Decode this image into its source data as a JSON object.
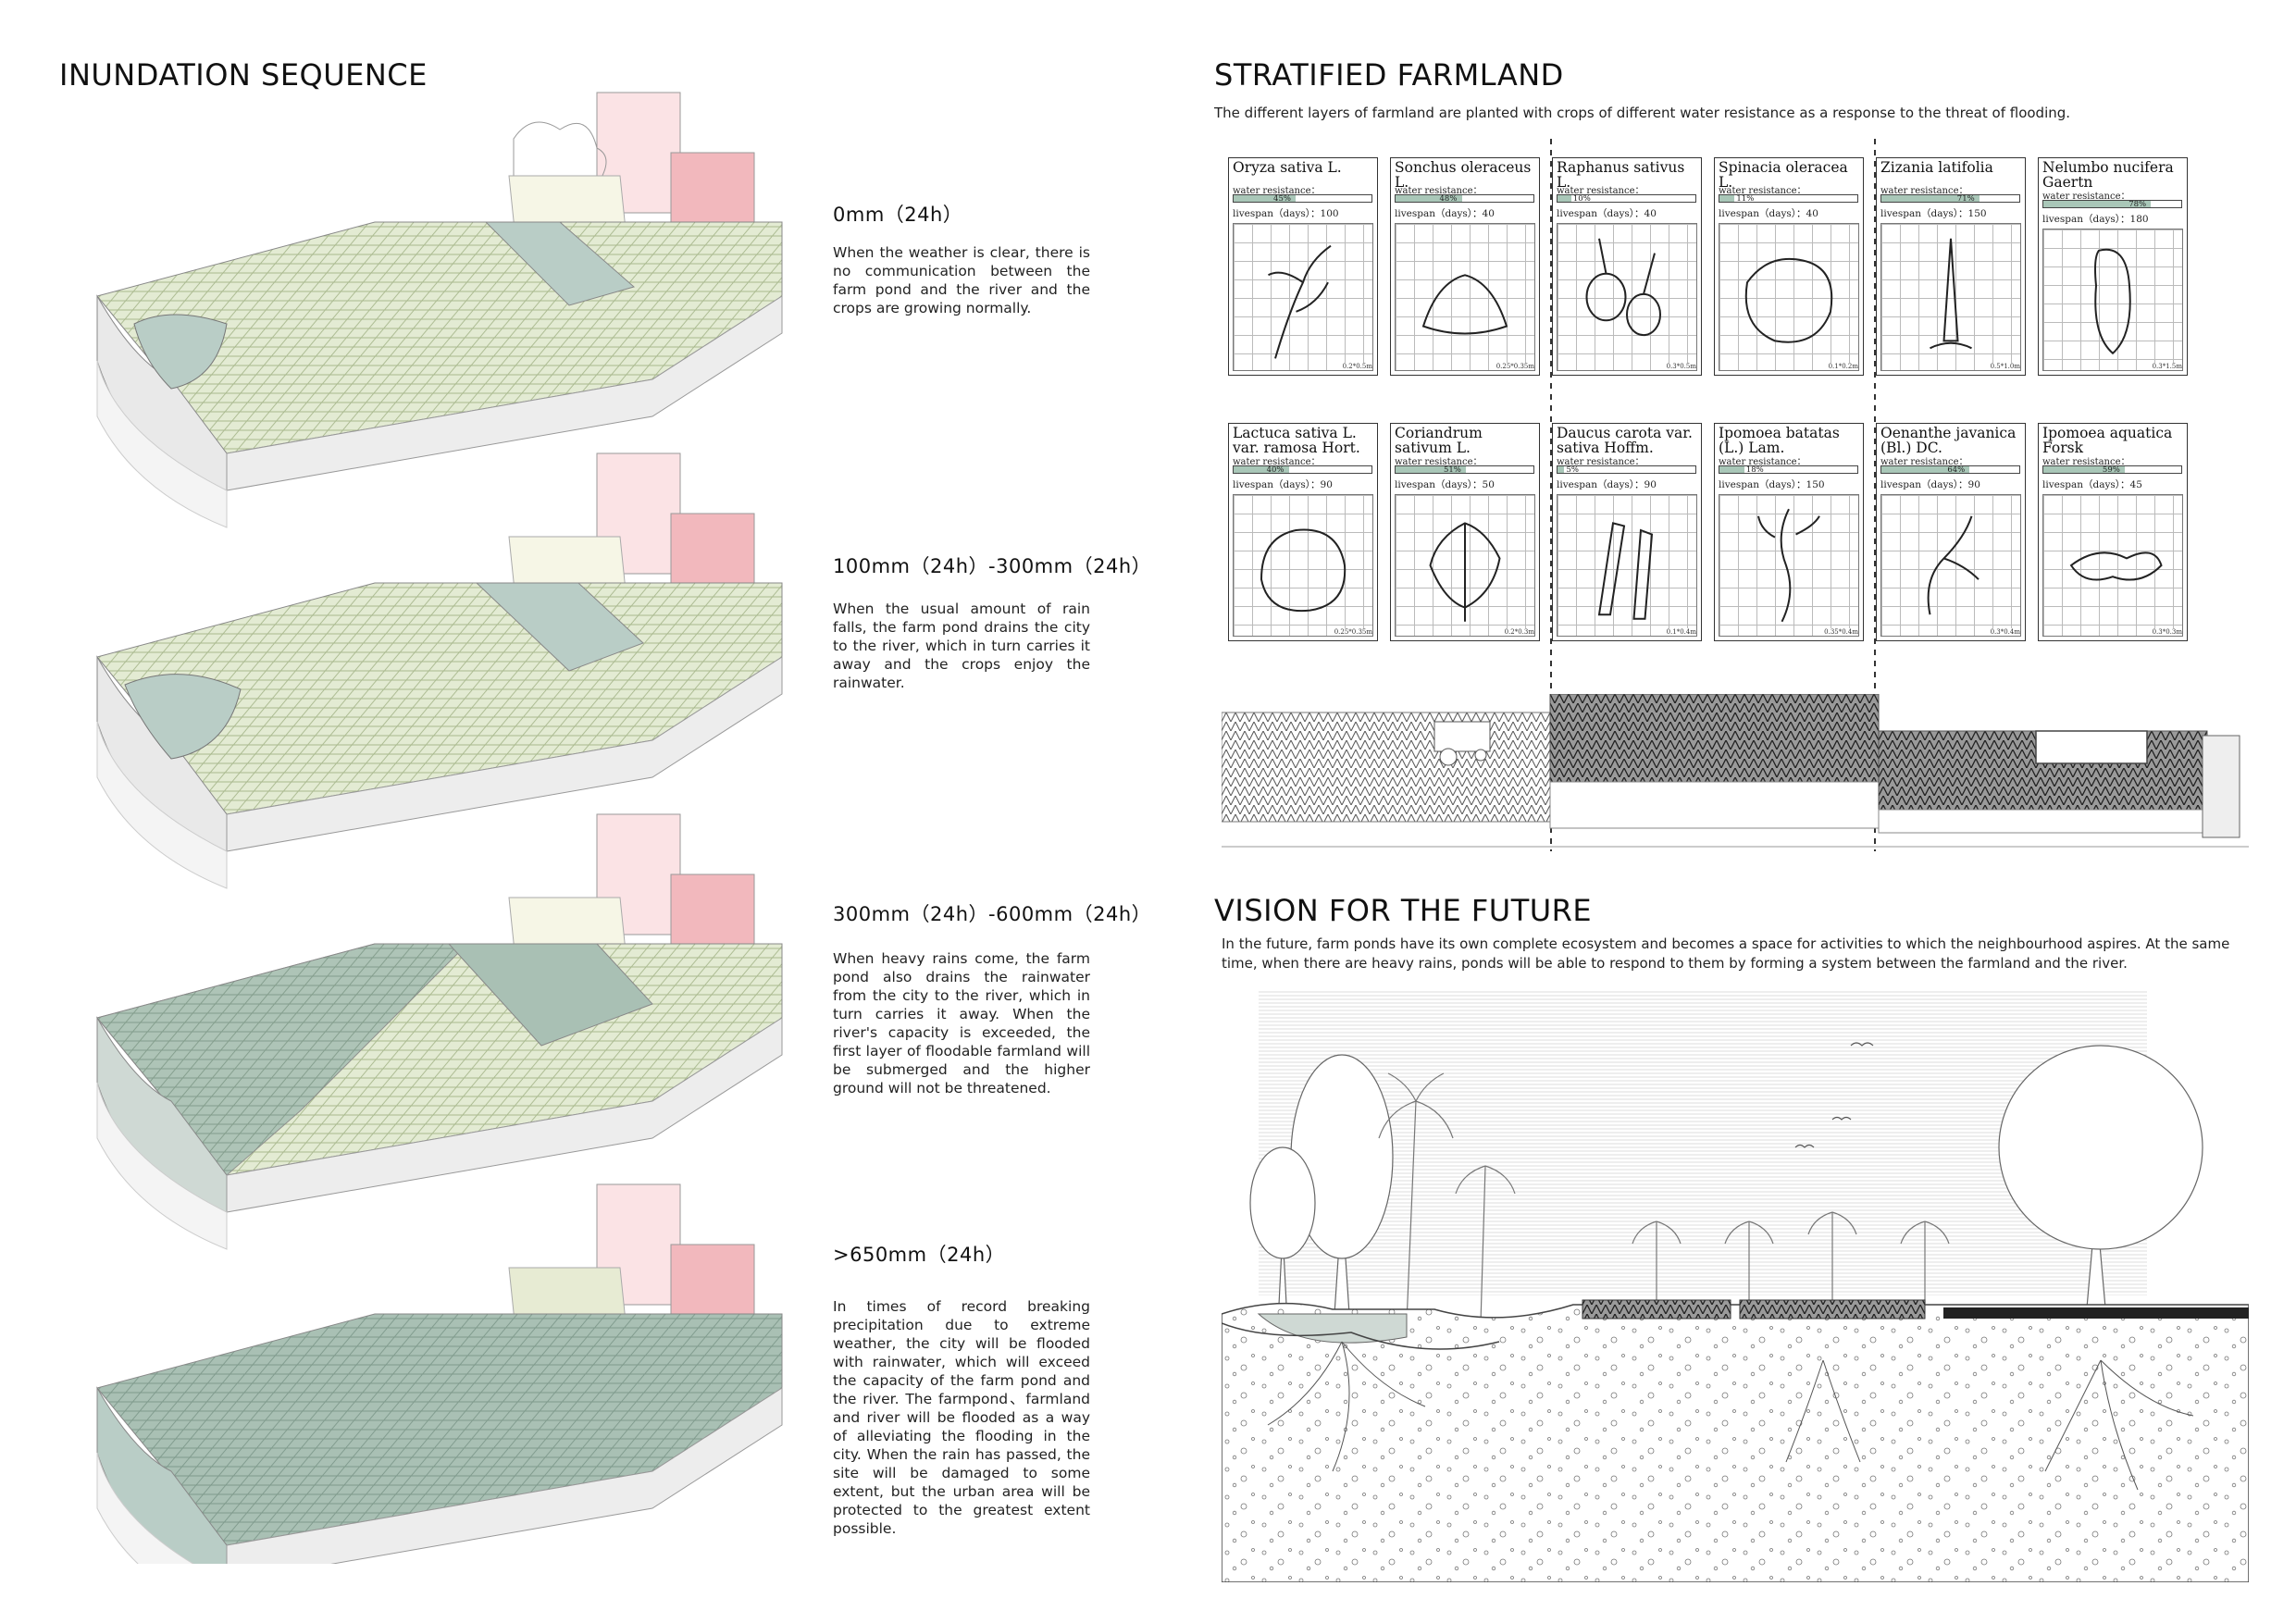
{
  "left": {
    "title": "INUNDATION  SEQUENCE",
    "steps": [
      {
        "title": "0mm（24h）",
        "text": "When the weather is clear, there is no communication between the farm pond and the river and the crops are growing normally."
      },
      {
        "title": "100mm（24h）-300mm（24h）",
        "text": "When the usual amount of rain falls, the farm pond drains the city to the river, which in turn carries it away and the crops enjoy the rainwater."
      },
      {
        "title": "300mm（24h）-600mm（24h）",
        "text": "When heavy rains come, the farm pond also drains the rainwater from the city to the river, which in turn carries it away.  When the river's capacity is exceeded, the ﬁrst layer of floodable farmland will be submerged and the higher ground will not be threatened."
      },
      {
        "title": ">650mm（24h）",
        "text": "In times of record breaking precipitation due to extreme weather, the city will be flooded with rainwater, which will exceed the capacity of the farm pond and the river. The farmpond、farmland and river will be ﬂooded as a way of alleviating the flooding in the city. When the rain has passed, the site will be damaged to some extent, but the urban area will be protected to the greatest extent possible."
      }
    ]
  },
  "farmland": {
    "title": "STRATIFIED FARMLAND",
    "subtitle": "The different layers of farmland are planted with crops of different water resistance as a response to the threat of ﬂooding.",
    "wr_label": "water resistance：",
    "life_label": "livespan（days）：",
    "crops": [
      {
        "name": "Oryza sativa L.",
        "wr": 45,
        "wr_text": "45%",
        "days": "100",
        "scale": "0.2*0.5m",
        "icon": "rice-plant-icon"
      },
      {
        "name": "Sonchus oleraceus L.",
        "wr": 48,
        "wr_text": "48%",
        "days": "40",
        "scale": "0.25*0.35m",
        "icon": "sow-thistle-icon"
      },
      {
        "name": "Raphanus sativus L.",
        "wr": 10,
        "wr_text": "10%",
        "days": "40",
        "scale": "0.3*0.5m",
        "icon": "radish-icon"
      },
      {
        "name": "Spinacia oleracea L.",
        "wr": 11,
        "wr_text": "11%",
        "days": "40",
        "scale": "0.1*0.2m",
        "icon": "spinach-icon"
      },
      {
        "name": "Zizania latifolia",
        "wr": 71,
        "wr_text": "71%",
        "days": "150",
        "scale": "0.5*1.0m",
        "icon": "wild-rice-stem-icon"
      },
      {
        "name": "Nelumbo nucifera Gaertn",
        "wr": 78,
        "wr_text": "78%",
        "days": "180",
        "scale": "0.3*1.5m",
        "icon": "lotus-root-icon"
      },
      {
        "name": "Lactuca sativa L. var. ramosa Hort.",
        "wr": 40,
        "wr_text": "40%",
        "days": "90",
        "scale": "0.25*0.35m",
        "icon": "lettuce-icon"
      },
      {
        "name": "Coriandrum sativum L.",
        "wr": 51,
        "wr_text": "51%",
        "days": "50",
        "scale": "0.2*0.3m",
        "icon": "coriander-icon"
      },
      {
        "name": "Daucus carota var. sativa Hoffm.",
        "wr": 5,
        "wr_text": "5%",
        "days": "90",
        "scale": "0.1*0.4m",
        "icon": "carrot-icon"
      },
      {
        "name": "Ipomoea batatas (L.) Lam.",
        "wr": 18,
        "wr_text": "18%",
        "days": "150",
        "scale": "0.35*0.4m",
        "icon": "sweet-potato-icon"
      },
      {
        "name": "Oenanthe javanica (Bl.) DC.",
        "wr": 64,
        "wr_text": "64%",
        "days": "90",
        "scale": "0.3*0.4m",
        "icon": "water-celery-icon"
      },
      {
        "name": "Ipomoea aquatica Forsk",
        "wr": 59,
        "wr_text": "59%",
        "days": "45",
        "scale": "0.3*0.3m",
        "icon": "water-spinach-icon"
      }
    ]
  },
  "vision": {
    "title": "VISION FOR THE FUTURE",
    "text": "In the future, farm ponds have its own complete ecosystem and becomes a space for activities to which the neighbourhood aspires. At the same time, when there are heavy rains, ponds will be able to respond to them by forming a system between the farmland and the river."
  },
  "colors": {
    "farmland": "#dfe8cf",
    "water": "#b9cdc6",
    "flooded": "#9fb8ae",
    "building": "#f2b8bd",
    "soil": "#f2f2f2"
  }
}
